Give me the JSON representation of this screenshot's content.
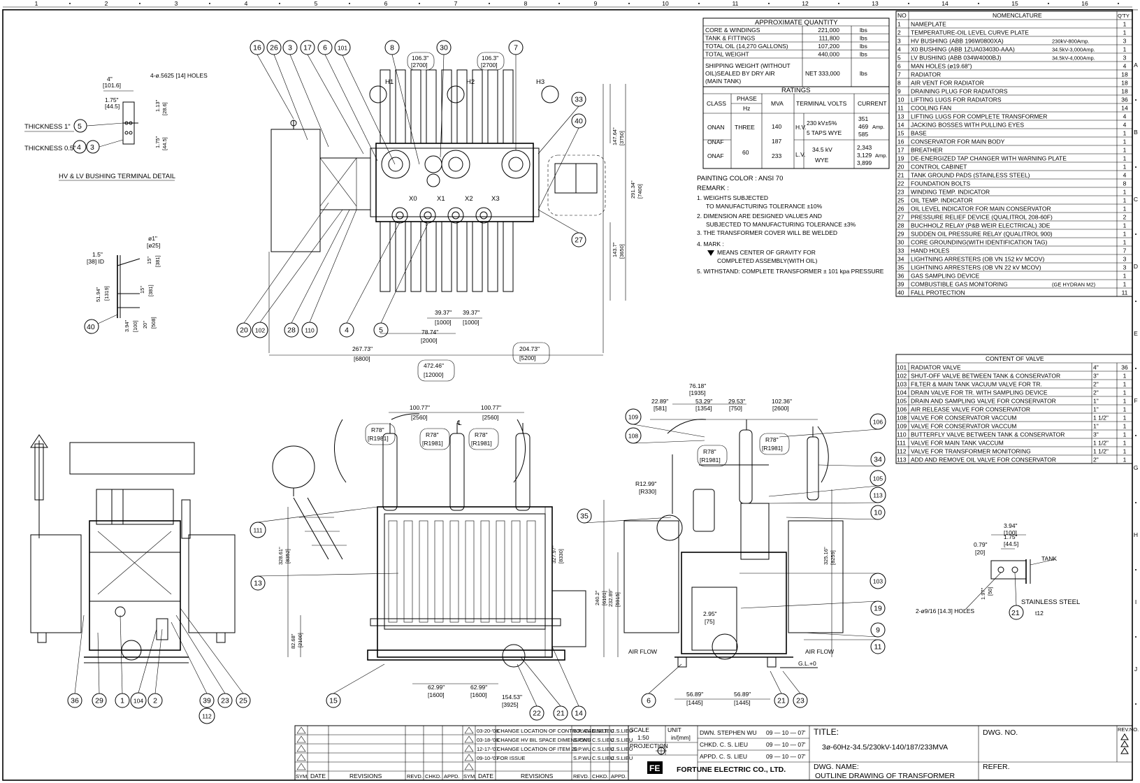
{
  "grid": {
    "columns": [
      "1",
      "2",
      "3",
      "4",
      "5",
      "6",
      "7",
      "8",
      "9",
      "10",
      "11",
      "12",
      "13",
      "14",
      "15",
      "16"
    ],
    "rows": [
      "A",
      "B",
      "C",
      "D",
      "E",
      "F",
      "G",
      "H",
      "I",
      "J"
    ]
  },
  "bushing_detail": {
    "title": "HV & LV BUSHING TERMINAL DETAIL",
    "holes": "4-ø.5625 [14] HOLES",
    "thickness1": "THICKNESS 1\"",
    "thickness2": "THICKNESS 0.5\"",
    "d1": "4\"",
    "d1m": "[101.6]",
    "d2": "1.75\"",
    "d2m": "[44.5]",
    "d3": "1.13\"",
    "d3m": "[28.6]",
    "d4": "1.75\"",
    "d4m": "[44.5]",
    "callout_a": "5",
    "callout_b": "4",
    "callout_c": "3"
  },
  "fall_detail": {
    "d1": "ø1\"",
    "d1m": "[ø25]",
    "d2": "1.5\"",
    "d2m": "[38] ID",
    "d3": "15\"",
    "d3m": "[381]",
    "d4": "15\"",
    "d4m": "[381]",
    "d5": "51.94\"",
    "d5m": "[1319]",
    "d6": "3.94\"",
    "d6m": "[100]",
    "d7": "20\"",
    "d7m": "[508]",
    "callout": "40"
  },
  "plan_view": {
    "labels": [
      "H1",
      "H2",
      "H3",
      "X0",
      "X1",
      "X2",
      "X3"
    ],
    "dims": {
      "a": "106.3\"",
      "am": "[2700]",
      "b": "106.3\"",
      "bm": "[2700]",
      "c": "147.64\"",
      "cm": "[3750]",
      "d": "291.34\"",
      "dm": "[7400]",
      "e": "143.7\"",
      "em": "[3650]",
      "f": "39.37\"",
      "fm": "[1000]",
      "g": "39.37\"",
      "gm": "[1000]",
      "h": "78.74\"",
      "hm": "[2000]",
      "i": "267.73\"",
      "im": "[6800]",
      "j": "204.73\"",
      "jm": "[5200]",
      "k": "472.46\"",
      "km": "[12000]"
    },
    "callouts_top": [
      "16",
      "26",
      "3",
      "17",
      "6",
      "101",
      "8",
      "30",
      "7",
      "33",
      "40",
      "27"
    ],
    "callouts_bottom": [
      "20",
      "102",
      "28",
      "110",
      "4",
      "5"
    ]
  },
  "quantity": {
    "title": "APPROXIMATE QUANTITY",
    "rows": [
      {
        "item": "CORE & WINDINGS",
        "value": "221,000",
        "unit": "lbs"
      },
      {
        "item": "TANK & FITTINGS",
        "value": "111,800",
        "unit": "lbs"
      },
      {
        "item": "TOTAL OIL (14,270 GALLONS)",
        "value": "107,200",
        "unit": "lbs"
      },
      {
        "item": "TOTAL WEIGHT",
        "value": "440,000",
        "unit": "lbs"
      }
    ],
    "ship1": "SHIPPING WEIGHT (WITHOUT",
    "ship2": "OIL)SEALED BY DRY AIR",
    "ship3": "(MAIN TANK)",
    "ship_net": "NET",
    "ship_value": "333,000",
    "ship_unit": "lbs"
  },
  "ratings": {
    "title": "RATINGS",
    "h_class": "CLASS",
    "h_phase": "PHASE",
    "h_hz": "Hz",
    "h_mva": "MVA",
    "h_volts": "TERMINAL VOLTS",
    "h_current": "CURRENT",
    "c1": "ONAN",
    "c2": "ONAF",
    "c3": "ONAF",
    "phase": "THREE",
    "hz": "60",
    "m1": "140",
    "m2": "187",
    "m3": "233",
    "hv": "H.V.",
    "hv1": "230 kV±5%",
    "hv2": "5 TAPS WYE",
    "lv": "L.V.",
    "lv1": "34.5 kV",
    "lv2": "WYE",
    "i1": "351",
    "i2": "469",
    "i3": "585",
    "amp": "Amp.",
    "i4": "2,343",
    "i5": "3,129",
    "i6": "3,899"
  },
  "remarks": {
    "paint": "PAINTING COLOR : ANSI 70",
    "remark": "REMARK :",
    "lines": [
      "1. WEIGHTS SUBJECTED",
      "    TO MANUFACTURING TOLERANCE   ±10%",
      "2. DIMENSION ARE DESIGNED VALUES AND",
      "    SUBJECTED TO MANUFACTURING TOLERANCE ±3%",
      "3. THE TRANSFORMER COVER WILL BE WELDED",
      "4. MARK :",
      "MEANS CENTER OF GRAVITY FOR",
      "COMPLETED ASSEMBLY(WITH OIL)",
      "5. WITHSTAND: COMPLETE TRANSFORMER ± 101 kpa PRESSURE"
    ]
  },
  "nomenclature": {
    "h_no": "NO",
    "h_name": "NOMENCLATURE",
    "h_qty": "Q'TY",
    "rows": [
      {
        "no": "1",
        "name": "NAMEPLATE",
        "extra": "",
        "qty": "1"
      },
      {
        "no": "2",
        "name": "TEMPERATURE-OIL LEVEL CURVE PLATE",
        "extra": "",
        "qty": "1"
      },
      {
        "no": "3",
        "name": "HV BUSHING           (ABB 196W0800XA)",
        "extra": "230kV-800Amp.",
        "qty": "3"
      },
      {
        "no": "4",
        "name": "X0 BUSHING           (ABB 1ZUA034030-AAA)",
        "extra": "34.5kV-3,000Amp.",
        "qty": "1"
      },
      {
        "no": "5",
        "name": "LV BUSHING           (ABB 034W4000BJ)",
        "extra": "34.5kV-4,000Amp.",
        "qty": "3"
      },
      {
        "no": "6",
        "name": "MAN HOLES (ø19.68\")",
        "extra": "",
        "qty": "4"
      },
      {
        "no": "7",
        "name": "RADIATOR",
        "extra": "",
        "qty": "18"
      },
      {
        "no": "8",
        "name": "AIR VENT FOR RADIATOR",
        "extra": "",
        "qty": "18"
      },
      {
        "no": "9",
        "name": "DRAINING PLUG FOR RADIATORS",
        "extra": "",
        "qty": "18"
      },
      {
        "no": "10",
        "name": "LIFTING LUGS FOR RADIATORS",
        "extra": "",
        "qty": "36"
      },
      {
        "no": "11",
        "name": "COOLING FAN",
        "extra": "",
        "qty": "14"
      },
      {
        "no": "13",
        "name": "LIFTING LUGS FOR COMPLETE TRANSFORMER",
        "extra": "",
        "qty": "4"
      },
      {
        "no": "14",
        "name": "JACKING BOSSES WITH PULLING EYES",
        "extra": "",
        "qty": "4"
      },
      {
        "no": "15",
        "name": "BASE",
        "extra": "",
        "qty": "1"
      },
      {
        "no": "16",
        "name": "CONSERVATOR FOR MAIN BODY",
        "extra": "",
        "qty": "1"
      },
      {
        "no": "17",
        "name": "BREATHER",
        "extra": "",
        "qty": "1"
      },
      {
        "no": "19",
        "name": "DE-ENERGIZED TAP CHANGER WITH WARNING PLATE",
        "extra": "",
        "qty": "1"
      },
      {
        "no": "20",
        "name": "CONTROL CABINET",
        "extra": "",
        "qty": "1"
      },
      {
        "no": "21",
        "name": "TANK GROUND PADS (STAINLESS STEEL)",
        "extra": "",
        "qty": "4"
      },
      {
        "no": "22",
        "name": "FOUNDATION BOLTS",
        "extra": "",
        "qty": "8"
      },
      {
        "no": "23",
        "name": "WINDING TEMP. INDICATOR",
        "extra": "",
        "qty": "1"
      },
      {
        "no": "25",
        "name": "OIL TEMP. INDICATOR",
        "extra": "",
        "qty": "1"
      },
      {
        "no": "26",
        "name": "OIL LEVEL INDICATOR FOR MAIN CONSERVATOR",
        "extra": "",
        "qty": "1"
      },
      {
        "no": "27",
        "name": "PRESSURE RELIEF DEVICE  (QUALITROL 208-60F)",
        "extra": "",
        "qty": "2"
      },
      {
        "no": "28",
        "name": "BUCHHOLZ RELAY  (P&B WEIR ELECTRICAL) 3DE",
        "extra": "",
        "qty": "1"
      },
      {
        "no": "29",
        "name": "SUDDEN OIL PRESSURE RELAY   (QUALITROL 900)",
        "extra": "",
        "qty": "1"
      },
      {
        "no": "30",
        "name": "CORE GROUNDING(WITH IDENTIFICATION TAG)",
        "extra": "",
        "qty": "1"
      },
      {
        "no": "33",
        "name": "HAND HOLES",
        "extra": "",
        "qty": "7"
      },
      {
        "no": "34",
        "name": "LIGHTNING ARRESTERS   (OB VN 152 kV MCOV)",
        "extra": "",
        "qty": "3"
      },
      {
        "no": "35",
        "name": "LIGHTNING ARRESTERS   (OB VN 22 kV MCOV)",
        "extra": "",
        "qty": "3"
      },
      {
        "no": "36",
        "name": "GAS SAMPLING DEVICE",
        "extra": "",
        "qty": "1"
      },
      {
        "no": "39",
        "name": "COMBUSTIBLE GAS MONITORING",
        "extra": "(GE HYDRAN M2)",
        "qty": "1"
      },
      {
        "no": "40",
        "name": "FALL PROTECTION",
        "extra": "",
        "qty": "11"
      }
    ]
  },
  "valves": {
    "title": "CONTENT OF VALVE",
    "rows": [
      {
        "no": "101",
        "name": "RADIATOR VALVE",
        "size": "4\"",
        "qty": "36"
      },
      {
        "no": "102",
        "name": "SHUT-OFF VALVE BETWEEN TANK & CONSERVATOR",
        "size": "3\"",
        "qty": "1"
      },
      {
        "no": "103",
        "name": "FILTER & MAIN TANK VACUUM VALVE FOR TR.",
        "size": "2\"",
        "qty": "1"
      },
      {
        "no": "104",
        "name": "DRAIN VALVE FOR TR. WITH SAMPLING DEVICE",
        "size": "2\"",
        "qty": "1"
      },
      {
        "no": "105",
        "name": "DRAIN AND SAMPLING VALVE FOR CONSERVATOR",
        "size": "1\"",
        "qty": "1"
      },
      {
        "no": "106",
        "name": "AIR RELEASE VALVE FOR CONSERVATOR",
        "size": "1\"",
        "qty": "1"
      },
      {
        "no": "108",
        "name": "VALVE FOR CONSERVATOR VACCUM",
        "size": "1 1/2\"",
        "qty": "1"
      },
      {
        "no": "109",
        "name": "VALVE FOR CONSERVATOR VACCUM",
        "size": "1\"",
        "qty": "1"
      },
      {
        "no": "110",
        "name": "BUTTERFLY VALVE BETWEEN TANK & CONSERVATOR",
        "size": "3\"",
        "qty": "1"
      },
      {
        "no": "111",
        "name": "VALVE FOR MAIN TANK VACCUM",
        "size": "1 1/2\"",
        "qty": "1"
      },
      {
        "no": "112",
        "name": "VALVE FOR TRANSFORMER MONITORING",
        "size": "1 1/2\"",
        "qty": "1"
      },
      {
        "no": "113",
        "name": "ADD AND REMOVE OIL VALVE FOR CONSERVATOR",
        "size": "2\"",
        "qty": "1"
      }
    ]
  },
  "side_view": {
    "callouts": [
      "36",
      "29",
      "1",
      "104",
      "2",
      "39",
      "112",
      "23",
      "25"
    ]
  },
  "front_view": {
    "r1": "R78\"",
    "r1m": "[R1981]",
    "r2": "R78\"",
    "r2m": "[R1981]",
    "r3": "R78\"",
    "r3m": "[R1981]",
    "w1": "100.77\"",
    "w1m": "[2560]",
    "w2": "100.77\"",
    "w2m": "[2560]",
    "cl": "℄",
    "h1": "328.61\"",
    "h1m": "[8352]",
    "h2": "327.97\"",
    "h2m": "[8330]",
    "h3": "82.68\"",
    "h3m": "[2100]",
    "b1": "62.99\"",
    "b1m": "[1600]",
    "b2": "62.99\"",
    "b2m": "[1600]",
    "b3": "154.53\"",
    "b3m": "[3925]",
    "callouts": [
      "111",
      "13",
      "15",
      "22",
      "21",
      "14"
    ]
  },
  "end_view": {
    "t1": "76.18\"",
    "t1m": "[1935]",
    "t2": "22.89\"",
    "t2m": "[581]",
    "t3": "53.29\"",
    "t3m": "[1354]",
    "t4": "29.53\"",
    "t4m": "[750]",
    "t5": "102.36\"",
    "t5m": "[2600]",
    "r1": "R78\"",
    "r1m": "[R1981]",
    "r2": "R78\"",
    "r2m": "[R1981]",
    "r3": "R12.99\"",
    "r3m": "[R330]",
    "v1": "240.2\"",
    "v1m": "[6101]",
    "v2": "232.89\"",
    "v2m": "[5915]",
    "v3": "325.16\"",
    "v3m": "[8259]",
    "v4": "2.95\"",
    "v4m": "[75]",
    "b1": "56.89\"",
    "b1m": "[1445]",
    "b2": "56.89\"",
    "b2m": "[1445]",
    "airflow1": "AIR FLOW",
    "airflow2": "AIR FLOW",
    "gl": "G.L.+0",
    "callouts": [
      "109",
      "108",
      "35",
      "106",
      "34",
      "105",
      "113",
      "10",
      "103",
      "19",
      "9",
      "11",
      "6",
      "21",
      "23"
    ]
  },
  "ground_pad": {
    "d1": "3.94\"",
    "d1m": "[100]",
    "d2": "1.75\"",
    "d2m": "[44.5]",
    "d3": "0.79\"",
    "d3m": "[20]",
    "d4": "1.97\"",
    "d4m": "[50]",
    "tank": "TANK",
    "ss": "STAINLESS STEEL",
    "holes": "2-ø9/16 [14.3] HOLES",
    "thk": "t12",
    "callout": "21"
  },
  "revisions": {
    "h_sym": "SYM.",
    "h_date": "DATE",
    "h_rev": "REVISIONS",
    "h_revd": "REVD.",
    "h_chkd": "CHKD.",
    "h_appd": "APPD.",
    "rows": [
      {
        "date": "03-20-'08",
        "text": "CHANGE LOCATION OF CONTROL CABINET",
        "revd": "S.P.WU",
        "chkd": "C.S.LIEU",
        "appd": "C.S.LIEU"
      },
      {
        "date": "03-18-'08",
        "text": "CHANGE HV BIL SPACE DIMENSIONS",
        "revd": "S.P.WU",
        "chkd": "C.S.LIEU",
        "appd": "C.S.LIEU"
      },
      {
        "date": "12-17-'07",
        "text": "CHANGE LOCATION OF ITEM 20",
        "revd": "S.P.WU",
        "chkd": "C.S.LIEU",
        "appd": "C.S.LIEU"
      },
      {
        "date": "09-10-'07",
        "text": "FOR ISSUE",
        "revd": "S.P.WU",
        "chkd": "C.S.LIEU",
        "appd": "C.S.LIEU"
      }
    ]
  },
  "title_block": {
    "scale_label": "SCALE",
    "scale": "1:50",
    "unit_label": "UNIT",
    "unit": "in/[mm]",
    "projection": "PROJECTION",
    "dwn": "DWN.  STEPHEN WU",
    "dwn_date": "09 — 10 — 07'",
    "chkd": "CHKD.  C. S. LIEU",
    "chkd_date": "09 — 10 — 07'",
    "appd": "APPD.  C. S. LIEU",
    "appd_date": "09 — 10 — 07'",
    "company": "FORTUNE ELECTRIC CO., LTD.",
    "title_label": "TITLE:",
    "title": "3ø-60Hz-34.5/230kV-140/187/233MVA",
    "dwg_name_label": "DWG. NAME:",
    "dwg_name": "OUTLINE DRAWING OF TRANSFORMER",
    "dwg_no_label": "DWG. NO.",
    "refer_label": "REFER.",
    "rev_label": "REV.NO."
  }
}
